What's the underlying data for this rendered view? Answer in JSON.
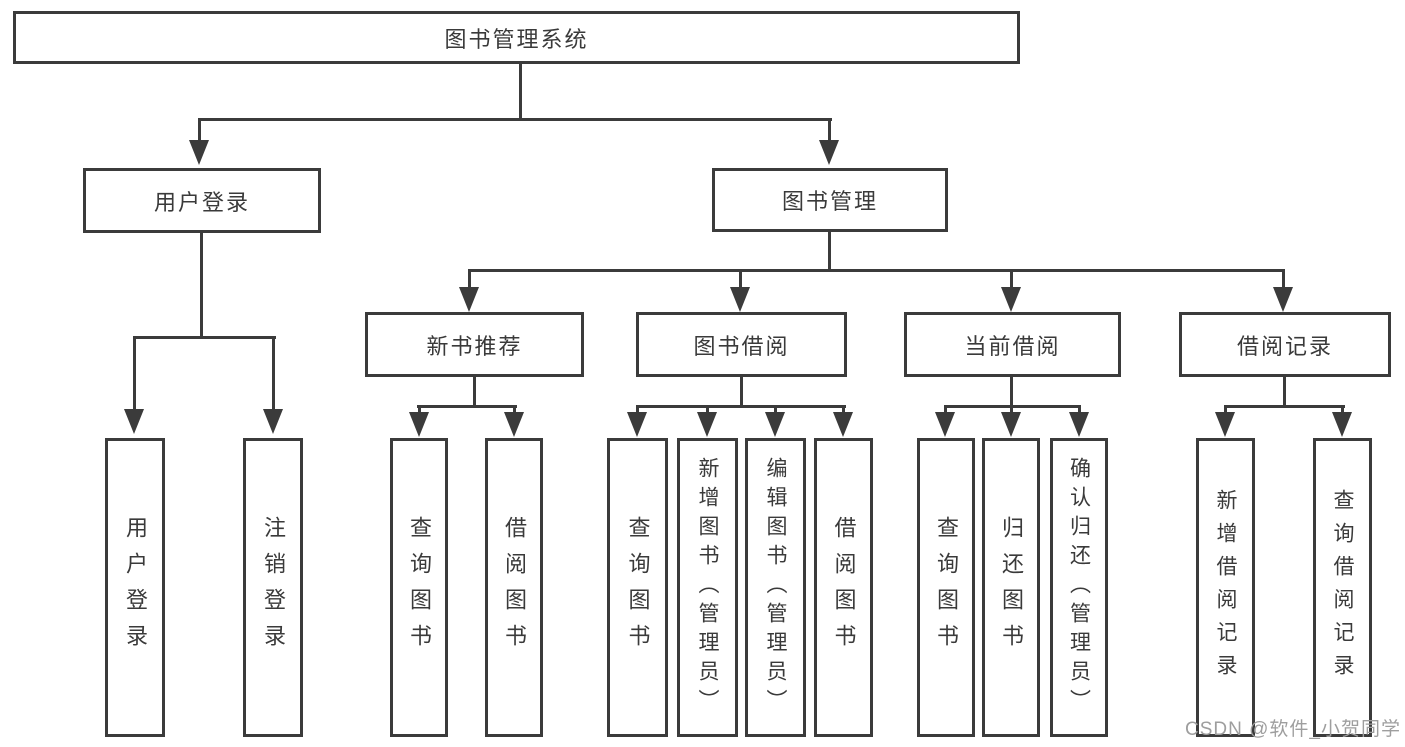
{
  "watermark": "CSDN @软件_小贺同学",
  "colors": {
    "line": "#3b3b3b",
    "text": "#3a3a3a",
    "background": "#ffffff",
    "watermark": "#9e9e9e"
  },
  "tree": {
    "label": "图书管理系统",
    "children": [
      {
        "label": "用户登录",
        "children": [
          {
            "label": "用户登录"
          },
          {
            "label": "注销登录"
          }
        ]
      },
      {
        "label": "图书管理",
        "children": [
          {
            "label": "新书推荐",
            "children": [
              {
                "label": "查询图书"
              },
              {
                "label": "借阅图书"
              }
            ]
          },
          {
            "label": "图书借阅",
            "children": [
              {
                "label": "查询图书"
              },
              {
                "label": "新增图书（管理员）"
              },
              {
                "label": "编辑图书（管理员）"
              },
              {
                "label": "借阅图书"
              }
            ]
          },
          {
            "label": "当前借阅",
            "children": [
              {
                "label": "查询图书"
              },
              {
                "label": "归还图书"
              },
              {
                "label": "确认归还（管理员）"
              }
            ]
          },
          {
            "label": "借阅记录",
            "children": [
              {
                "label": "新增借阅记录"
              },
              {
                "label": "查询借阅记录"
              }
            ]
          }
        ]
      }
    ]
  }
}
